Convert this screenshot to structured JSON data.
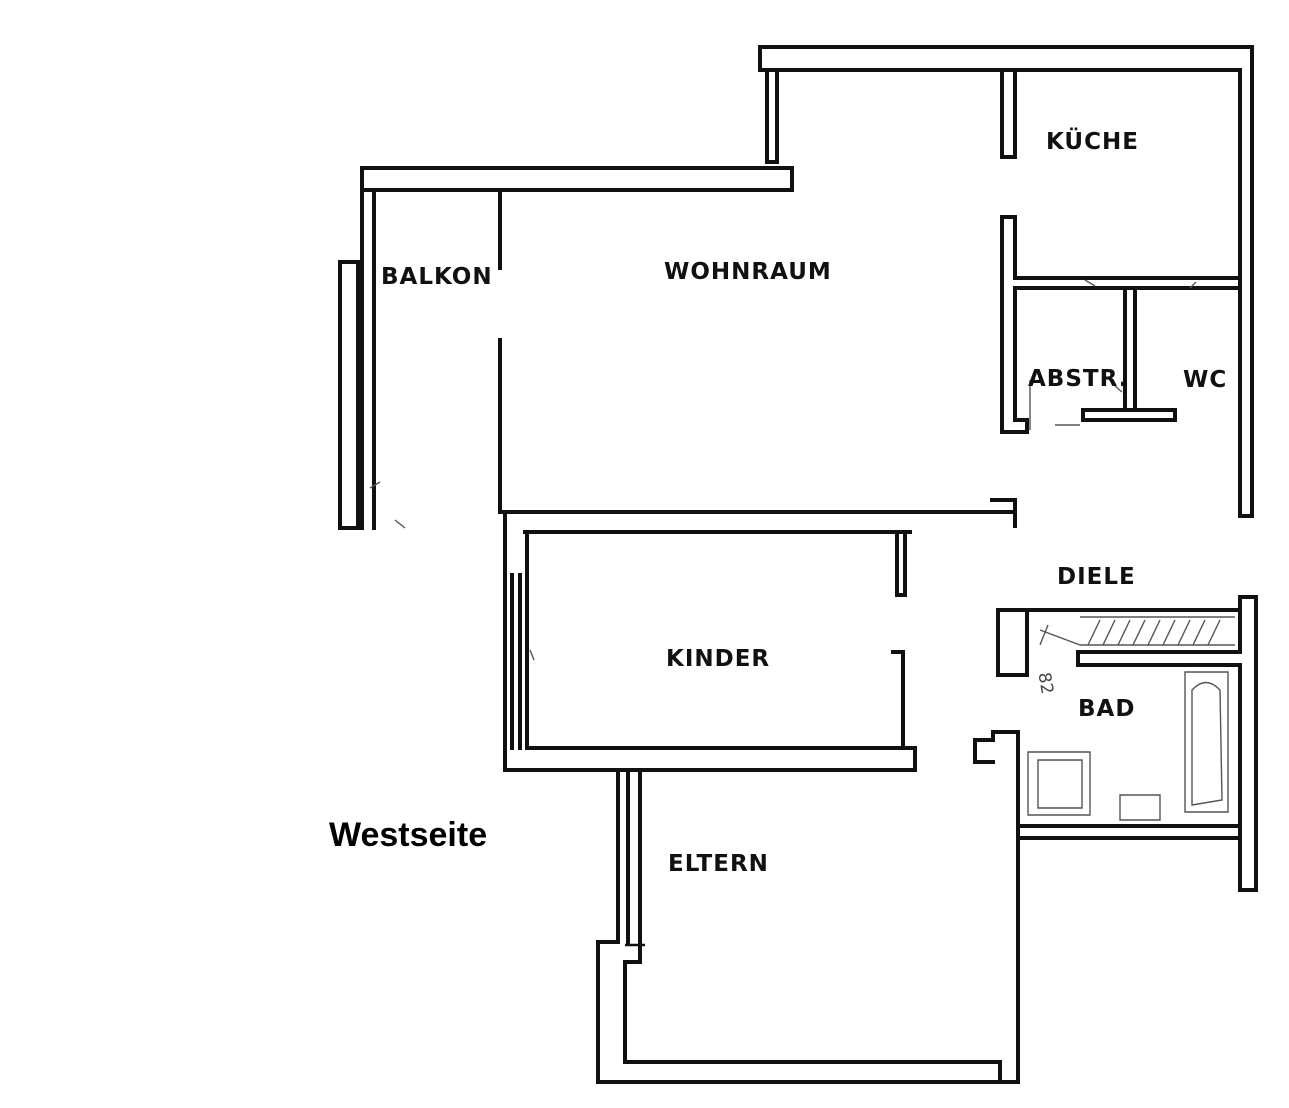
{
  "rooms": {
    "kueche": "KÜCHE",
    "balkon": "BALKON",
    "wohnraum": "WOHNRAUM",
    "abstr": "ABSTR.",
    "wc": "WC",
    "diele": "DIELE",
    "kinder": "KINDER",
    "bad": "BAD",
    "eltern": "ELTERN"
  },
  "caption": "Westseite",
  "sketch_note": "82"
}
